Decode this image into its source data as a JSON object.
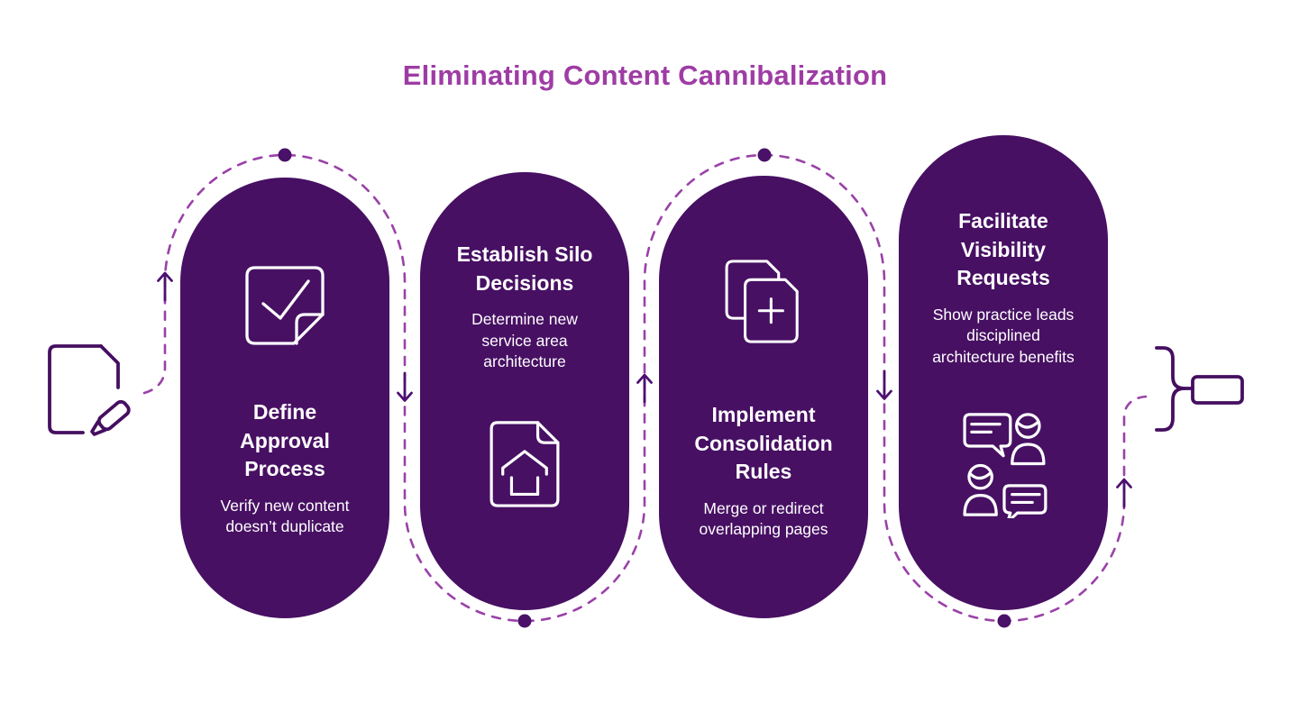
{
  "title": "Eliminating Content Cannibalization",
  "colors": {
    "card_background": "#471063",
    "title_text": "#9E3CA4",
    "dashed_line": "#9A41A8",
    "arrow": "#4C1170",
    "dot": "#4A1168",
    "end_icons": "#450F60",
    "card_icons": "#FFFFFF"
  },
  "steps": [
    {
      "icon": "note-check-icon",
      "icon_position": "top",
      "title": "Define\nApproval\nProcess",
      "description": "Verify new content\ndoesn’t duplicate"
    },
    {
      "icon": "doc-home-icon",
      "icon_position": "bottom",
      "title": "Establish Silo\nDecisions",
      "description": "Determine new\nservice area\narchitecture"
    },
    {
      "icon": "pages-plus-icon",
      "icon_position": "top",
      "title": "Implement\nConsolidation\nRules",
      "description": "Merge or redirect\noverlapping pages"
    },
    {
      "icon": "people-chat-icon",
      "icon_position": "bottom",
      "title": "Facilitate\nVisibility\nRequests",
      "description": "Show practice leads\ndisciplined\narchitecture benefits"
    }
  ],
  "flow": {
    "start_icon": "document-pen-icon",
    "end_icon": "brace-merge-icon",
    "direction_arrows": [
      "up",
      "down",
      "up",
      "down",
      "up"
    ],
    "node_dot_count": 4,
    "path_style": "dashed serpentine weaving over and under the cards"
  }
}
